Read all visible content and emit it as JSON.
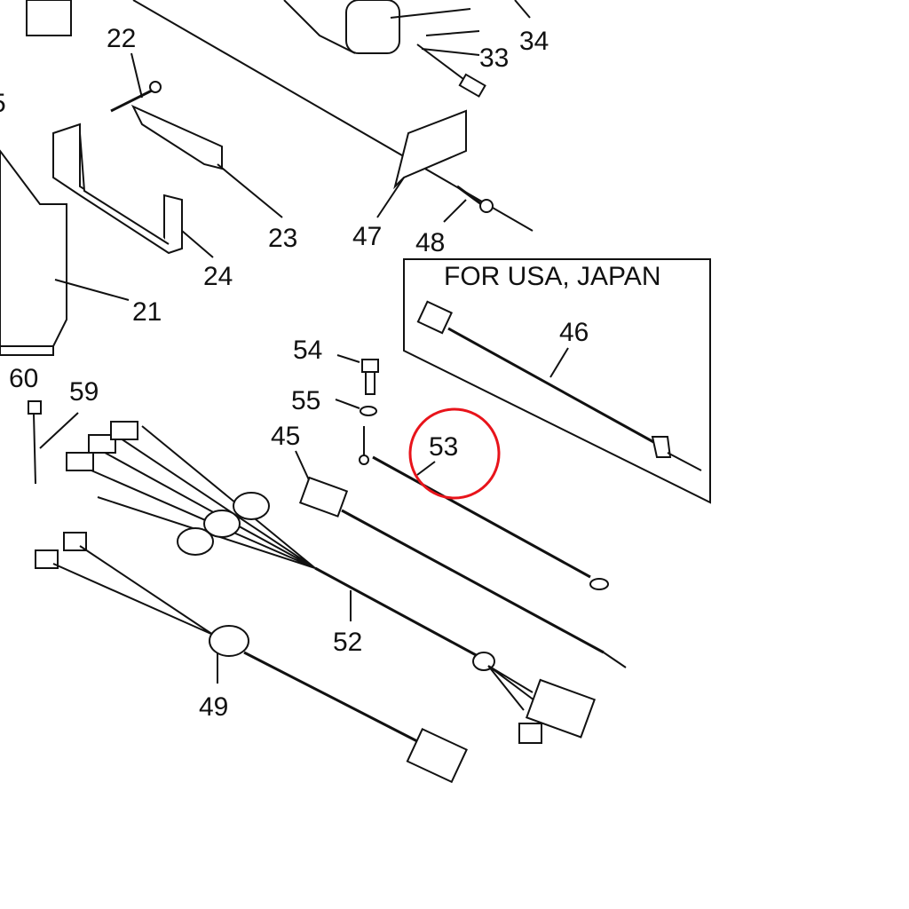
{
  "diagram": {
    "callouts": {
      "c22": "22",
      "c34": "34",
      "c33": "33",
      "c5": "5",
      "c23": "23",
      "c47": "47",
      "c48": "48",
      "c24": "24",
      "c21": "21",
      "c46": "46",
      "c54": "54",
      "c60": "60",
      "c59": "59",
      "c55": "55",
      "c45": "45",
      "c53": "53",
      "c52": "52",
      "c49": "49"
    },
    "inset_title": "FOR USA, JAPAN",
    "highlight_color": "#e8141b",
    "highlighted_part": "53"
  }
}
